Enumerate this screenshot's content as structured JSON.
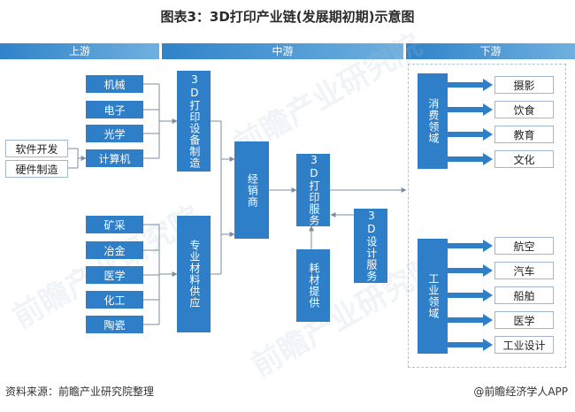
{
  "title": "图表3：3D打印产业链(发展期初期)示意图",
  "bands": {
    "upstream": "上游",
    "midstream": "中游",
    "downstream": "下游"
  },
  "upstream": {
    "equipment_inputs": [
      "机械",
      "电子",
      "光学",
      "计算机"
    ],
    "software_inputs": [
      "软件开发",
      "硬件制造"
    ],
    "material_inputs": [
      "矿采",
      "冶金",
      "医学",
      "化工",
      "陶瓷"
    ]
  },
  "midstream": {
    "equipment_mfg": "3D打印设备制造",
    "material_supply": "专业材料供应",
    "distributor": "经销商",
    "printing_service": "3D打印服务",
    "consumables": "耗材提供",
    "design_service": "3D设计服务"
  },
  "downstream": {
    "consumer_field": "消费领域",
    "consumer_items": [
      "摄影",
      "饮食",
      "教育",
      "文化"
    ],
    "industry_field": "工业领域",
    "industry_items": [
      "航空",
      "汽车",
      "船舶",
      "医学",
      "工业设计"
    ]
  },
  "watermark": "前瞻产业研究院",
  "footer": {
    "source": "资料来源：前瞻产业研究院整理",
    "credit": "@前瞻经济学人APP"
  },
  "colors": {
    "box_blue": "#2e7fc8",
    "arrow_blue": "#2e7fc8",
    "band_blue": "#2f83c9",
    "dash": "#a9c3dd"
  }
}
